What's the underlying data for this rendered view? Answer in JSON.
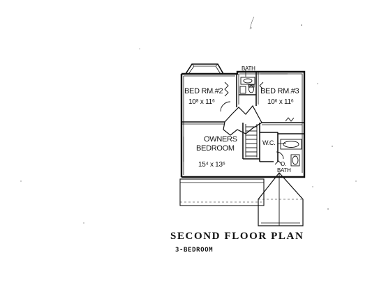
{
  "plan": {
    "title": "SECOND FLOOR PLAN",
    "subtitle": "3-BEDROOM"
  },
  "rooms": {
    "bed2": {
      "name": "BED RM.#2",
      "dims": "10⁸ x 11⁶"
    },
    "bed3": {
      "name": "BED RM.#3",
      "dims": "10⁶ x 11⁶"
    },
    "owners": {
      "name_line1": "OWNERS",
      "name_line2": "BEDROOM",
      "dims": "15⁴ x 13⁶"
    },
    "bath": {
      "name": "BATH"
    },
    "wic": {
      "name": "W.C."
    },
    "obath": {
      "name_line1": "O.",
      "name_line2": "BATH"
    }
  }
}
